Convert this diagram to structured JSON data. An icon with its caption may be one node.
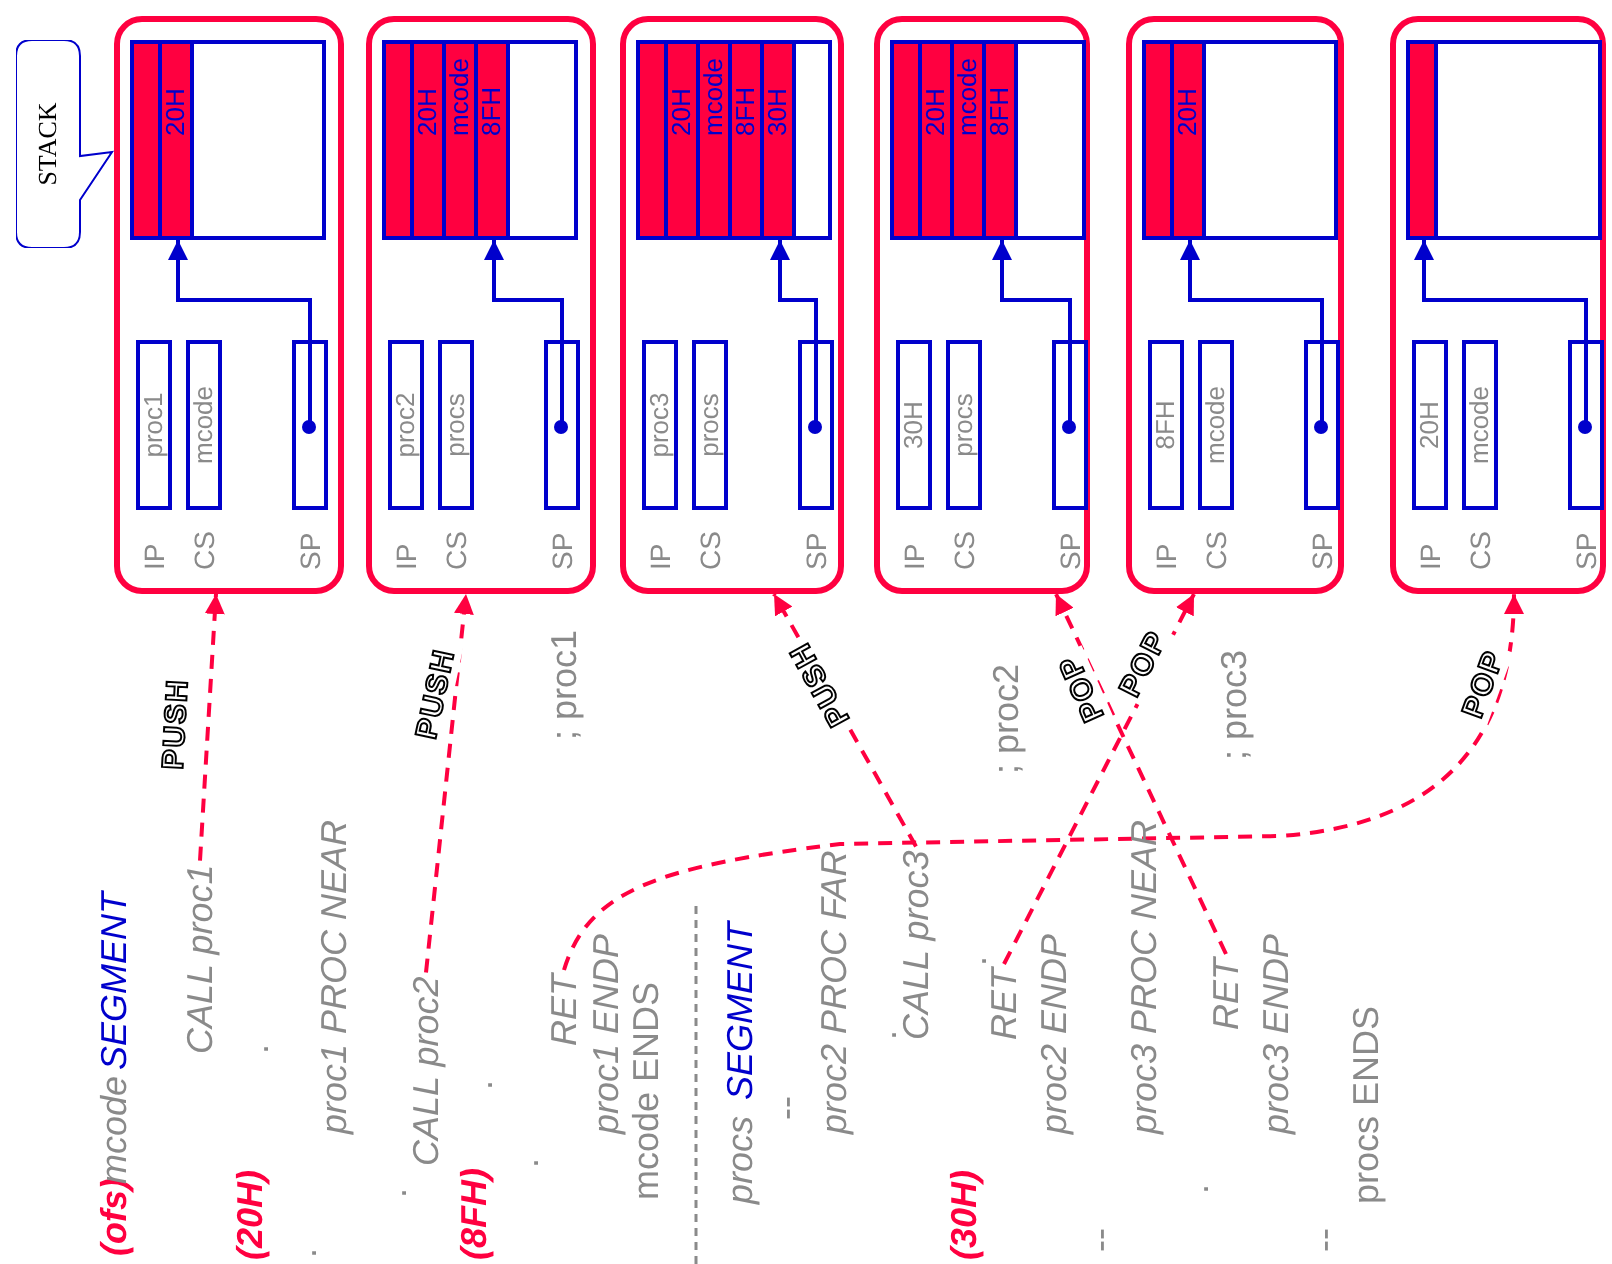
{
  "diagram": {
    "nodes": [
      {
        "text": [
          "STACK"
        ]
      },
      {
        "text": [],
        "shape": "box"
      },
      {
        "text": [],
        "shape": "box",
        "in": 1
      },
      {
        "text": [],
        "shape": "bar",
        "in": 2
      },
      {
        "text": [
          "20H"
        ],
        "in": 2
      },
      {
        "text": [
          "proc1"
        ],
        "beside": [
          "IP"
        ],
        "in": 1
      },
      {
        "text": [
          "mcode"
        ],
        "beside": [
          "CS"
        ],
        "in": 1
      },
      {
        "text": [],
        "shape": "box",
        "beside": [
          "SP"
        ],
        "in": 1
      },
      {
        "text": [],
        "shape": "box"
      },
      {
        "text": [],
        "shape": "box",
        "in": 8
      },
      {
        "text": [],
        "shape": "bar",
        "in": 9
      },
      {
        "text": [
          "20H"
        ],
        "in": 9
      },
      {
        "text": [
          "mcode"
        ],
        "in": 9
      },
      {
        "text": [
          "8FH"
        ],
        "in": 9
      },
      {
        "text": [
          "proc2"
        ],
        "beside": [
          "IP"
        ],
        "in": 8
      },
      {
        "text": [
          "procs"
        ],
        "beside": [
          "CS"
        ],
        "in": 8
      },
      {
        "text": [],
        "shape": "box",
        "beside": [
          "SP"
        ],
        "in": 8
      },
      {
        "text": [],
        "shape": "box"
      },
      {
        "text": [],
        "shape": "box",
        "in": 17
      },
      {
        "text": [],
        "shape": "bar",
        "in": 18
      },
      {
        "text": [
          "20H"
        ],
        "in": 18
      },
      {
        "text": [
          "mcode"
        ],
        "in": 18
      },
      {
        "text": [
          "8FH"
        ],
        "in": 18
      },
      {
        "text": [
          "30H"
        ],
        "in": 18
      },
      {
        "text": [
          "proc3"
        ],
        "beside": [
          "IP"
        ],
        "in": 17
      },
      {
        "text": [
          "procs"
        ],
        "beside": [
          "CS"
        ],
        "in": 17
      },
      {
        "text": [],
        "shape": "box",
        "beside": [
          "SP"
        ],
        "in": 17
      },
      {
        "text": [],
        "shape": "box"
      },
      {
        "text": [],
        "shape": "box",
        "in": 27
      },
      {
        "text": [],
        "shape": "bar",
        "in": 28
      },
      {
        "text": [
          "20H"
        ],
        "in": 28
      },
      {
        "text": [
          "mcode"
        ],
        "in": 28
      },
      {
        "text": [
          "8FH"
        ],
        "in": 28
      },
      {
        "text": [
          "30H"
        ],
        "beside": [
          "IP"
        ],
        "in": 27
      },
      {
        "text": [
          "procs"
        ],
        "beside": [
          "CS"
        ],
        "in": 27
      },
      {
        "text": [],
        "shape": "box",
        "beside": [
          "SP"
        ],
        "in": 27
      },
      {
        "text": [],
        "shape": "box"
      },
      {
        "text": [],
        "shape": "box",
        "in": 36
      },
      {
        "text": [],
        "shape": "bar",
        "in": 37
      },
      {
        "text": [
          "20H"
        ],
        "in": 37
      },
      {
        "text": [
          "8FH"
        ],
        "beside": [
          "IP"
        ],
        "in": 36
      },
      {
        "text": [
          "mcode"
        ],
        "beside": [
          "CS"
        ],
        "in": 36
      },
      {
        "text": [],
        "shape": "box",
        "beside": [
          "SP"
        ],
        "in": 36
      },
      {
        "text": [],
        "shape": "box"
      },
      {
        "text": [],
        "shape": "box",
        "in": 43
      },
      {
        "text": [],
        "shape": "bar",
        "in": 44
      },
      {
        "text": [
          "20H"
        ],
        "beside": [
          "IP"
        ],
        "in": 43
      },
      {
        "text": [
          "mcode"
        ],
        "beside": [
          "CS"
        ],
        "in": 43
      },
      {
        "text": [],
        "shape": "box",
        "beside": [
          "SP"
        ],
        "in": 43
      },
      {
        "text": [
          "CALL proc1"
        ]
      },
      {
        "text": [
          "CALL proc2"
        ]
      },
      {
        "text": [
          "RET"
        ]
      },
      {
        "text": [
          "CALL proc3"
        ]
      },
      {
        "text": [
          "RET"
        ]
      },
      {
        "text": [
          "RET"
        ]
      }
    ],
    "edges": [
      {
        "from": 7,
        "to": 4,
        "arrow": "to"
      },
      {
        "from": 16,
        "to": 13,
        "arrow": "to"
      },
      {
        "from": 26,
        "to": 23,
        "arrow": "to"
      },
      {
        "from": 35,
        "to": 32,
        "arrow": "to"
      },
      {
        "from": 42,
        "to": 39,
        "arrow": "to"
      },
      {
        "from": 48,
        "to": 45,
        "arrow": "to"
      },
      {
        "from": 49,
        "to": 1,
        "arrow": "to",
        "label": "PUSH",
        "style": "dashed",
        "color": "#ff0040"
      },
      {
        "from": 50,
        "to": 8,
        "arrow": "to",
        "label": "PUSH",
        "style": "dashed",
        "color": "#ff0040"
      },
      {
        "from": 52,
        "to": 17,
        "arrow": "to",
        "label": "PUSH",
        "style": "dashed",
        "color": "#ff0040"
      },
      {
        "from": 51,
        "to": 43,
        "arrow": "to",
        "label": "POP",
        "style": "dashed",
        "color": "#ff0040"
      },
      {
        "from": 53,
        "to": 36,
        "arrow": "to",
        "label": "POP",
        "style": "dashed",
        "color": "#ff0040"
      },
      {
        "from": 54,
        "to": 27,
        "arrow": "to",
        "label": "POP",
        "style": "dashed",
        "color": "#ff0040"
      }
    ],
    "labels": [
      "(ofs)",
      "mcode",
      "SEGMENT",
      "(20H)",
      ".",
      ".",
      "proc1 PROC NEAR",
      ".",
      "(8FH)",
      ".",
      ".",
      "; proc1",
      "proc1 ENDP",
      "mcode ENDS",
      "procs",
      "SEGMENT",
      "--",
      "proc2 PROC FAR",
      ".",
      "(30H)",
      ".",
      "; proc2",
      "proc2 ENDP",
      "--",
      "proc3 PROC NEAR",
      ".",
      "; proc3",
      "proc3 ENDP",
      "--",
      "procs ENDS"
    ]
  }
}
